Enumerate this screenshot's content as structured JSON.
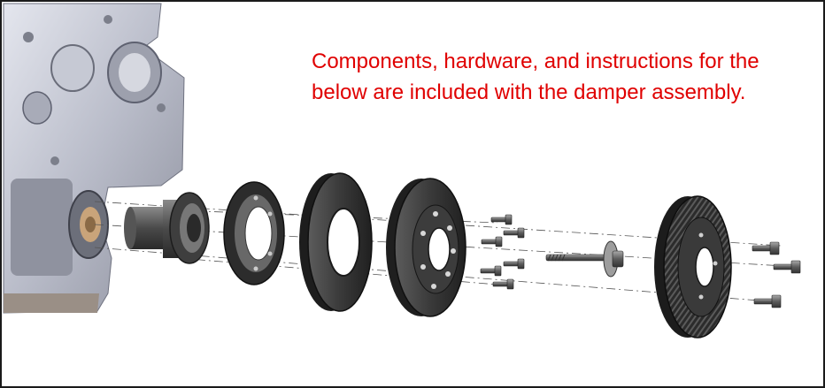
{
  "figure": {
    "caption_lines": [
      "Components, hardware, and instructions for the",
      "below are included with the damper assembly."
    ],
    "caption_color": "#e00000",
    "border_color": "#1a1a1a",
    "components": [
      "engine-block-front-cover",
      "crankshaft-hub",
      "adapter-ring",
      "inertia-ring",
      "damper-body",
      "mounting-bolts",
      "crank-bolt-with-washer",
      "pulley",
      "pulley-bolts"
    ]
  }
}
